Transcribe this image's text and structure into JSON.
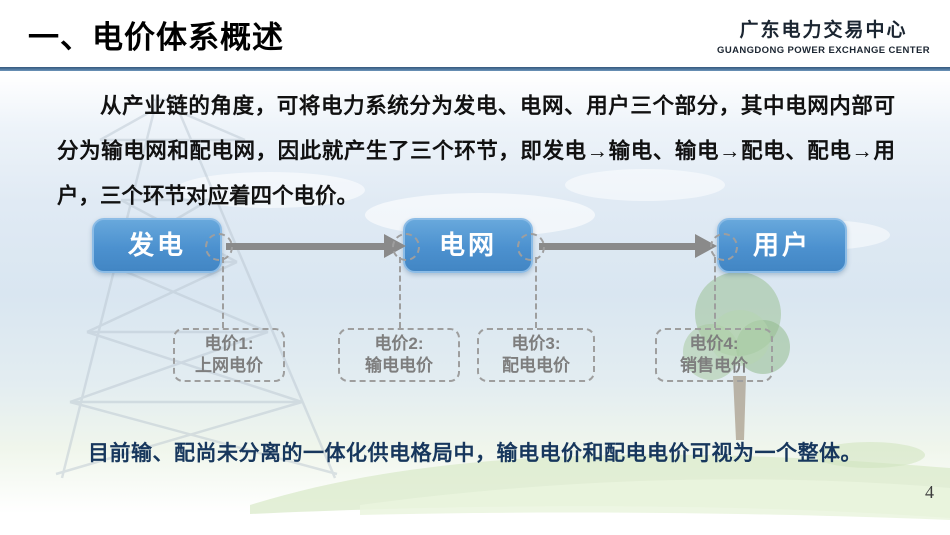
{
  "header": {
    "title": "一、电价体系概述",
    "org_name_cn": "广东电力交易中心",
    "org_name_en": "GUANGDONG POWER EXCHANGE CENTER"
  },
  "body": {
    "paragraph": "从产业链的角度，可将电力系统分为发电、电网、用户三个部分，其中电网内部可分为输电网和配电网，因此就产生了三个环节，即发电→输电、输电→配电、配电→用户，三个环节对应着四个电价。",
    "note": "目前输、配尚未分离的一体化供电格局中，输电电价和配电电价可视为一个整体。"
  },
  "flow": {
    "nodes": [
      {
        "label": "发电"
      },
      {
        "label": "电网"
      },
      {
        "label": "用户"
      }
    ],
    "price_tags": [
      {
        "line1": "电价1:",
        "line2": "上网电价"
      },
      {
        "line1": "电价2:",
        "line2": "输电电价"
      },
      {
        "line1": "电价3:",
        "line2": "配电电价"
      },
      {
        "line1": "电价4:",
        "line2": "销售电价"
      }
    ]
  },
  "footer": {
    "page_number": "4"
  },
  "colors": {
    "node_blue": "#4c91cf",
    "node_border": "#8cbce6",
    "arrow_gray": "#8a8a8a",
    "dashed_gray": "#9e9e9e",
    "tag_text_gray": "#7e7e7e",
    "note_navy": "#17375d",
    "divider_blue": "#4a7298",
    "title_black": "#000000"
  }
}
